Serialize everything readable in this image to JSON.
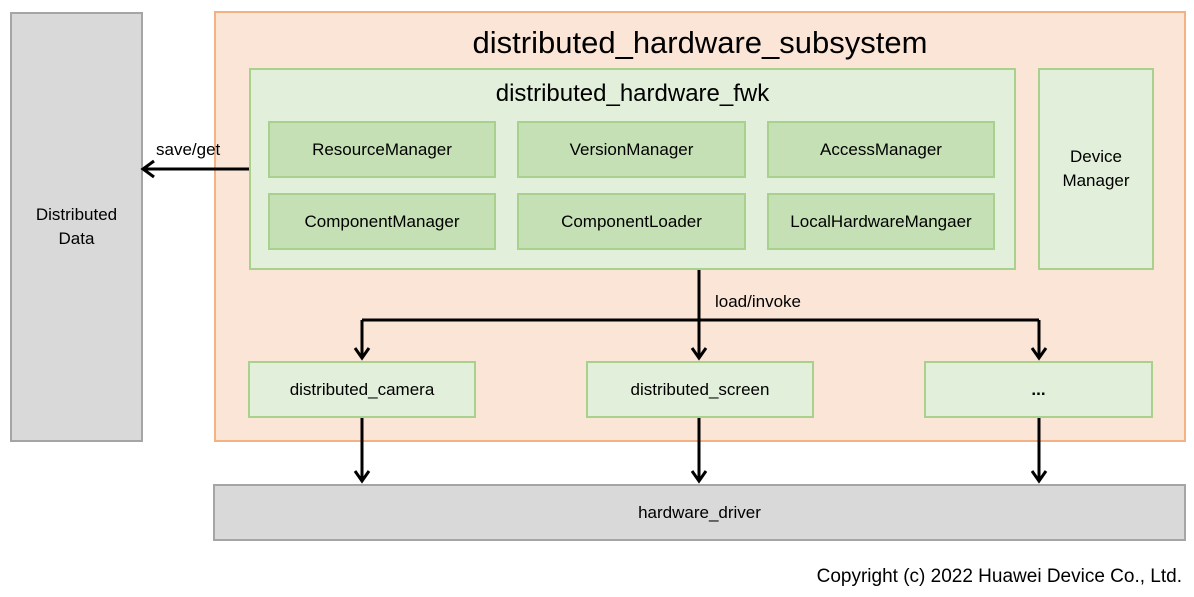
{
  "distributed_data": {
    "line1": "Distributed",
    "line2": "Data"
  },
  "subsystem": {
    "title": "distributed_hardware_subsystem"
  },
  "fwk": {
    "title": "distributed_hardware_fwk",
    "modules": [
      "ResourceManager",
      "VersionManager",
      "AccessManager",
      "ComponentManager",
      "ComponentLoader",
      "LocalHardwareMangaer"
    ]
  },
  "device_manager": {
    "line1": "Device",
    "line2": "Manager"
  },
  "edges": {
    "save_get": "save/get",
    "load_invoke": "load/invoke"
  },
  "components": [
    "distributed_camera",
    "distributed_screen",
    "..."
  ],
  "hardware_driver": "hardware_driver",
  "copyright": "Copyright (c) 2022 Huawei Device Co., Ltd."
}
